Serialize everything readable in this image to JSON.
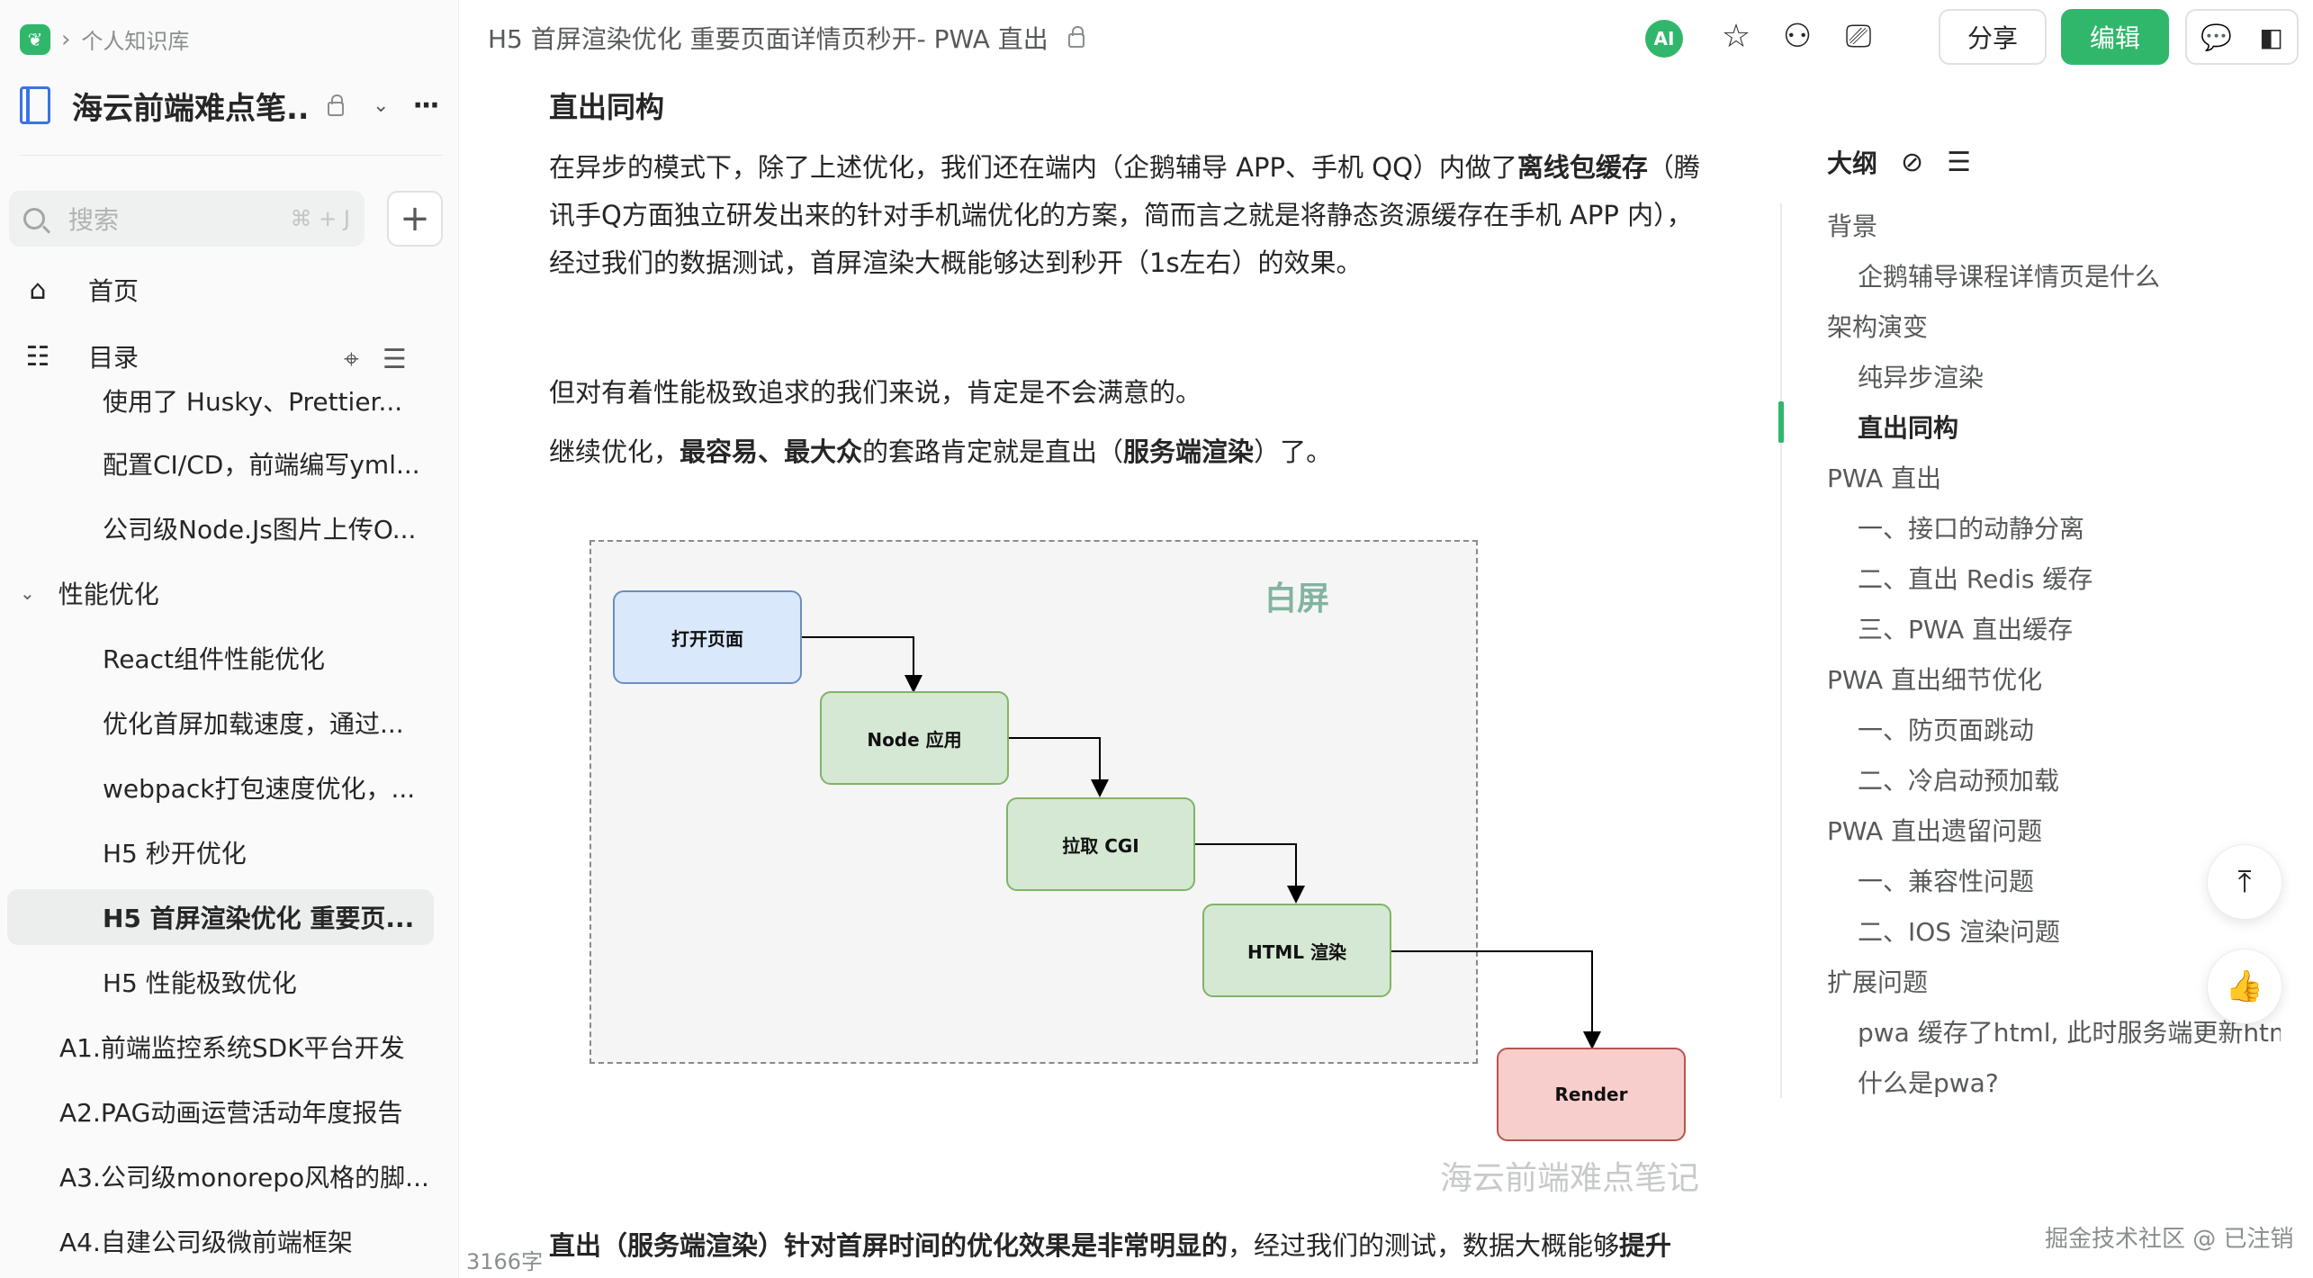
{
  "breadcrumb": {
    "label": "个人知识库"
  },
  "knowledge_base": {
    "title": "海云前端难点笔..."
  },
  "search": {
    "placeholder": "搜索",
    "shortcut": "⌘ + J"
  },
  "nav": {
    "home": "首页",
    "toc": "目录"
  },
  "tree": {
    "items": [
      {
        "label": "使用了 Husky、Prettier..."
      },
      {
        "label": "配置CI/CD，前端编写yml..."
      },
      {
        "label": "公司级Node.Js图片上传O..."
      },
      {
        "label": "性能优化"
      },
      {
        "label": "React组件性能优化"
      },
      {
        "label": "优化首屏加载速度，通过..."
      },
      {
        "label": "webpack打包速度优化，..."
      },
      {
        "label": "H5 秒开优化"
      },
      {
        "label": "H5 首屏渲染优化 重要页..."
      },
      {
        "label": "H5 性能极致优化"
      },
      {
        "label": "A1.前端监控系统SDK平台开发"
      },
      {
        "label": "A2.PAG动画运营活动年度报告"
      },
      {
        "label": "A3.公司级monorepo风格的脚..."
      },
      {
        "label": "A4.自建公司级微前端框架"
      }
    ]
  },
  "header": {
    "doc_title": "H5 首屏渲染优化 重要页面详情页秒开- PWA 直出",
    "ai_label": "AI",
    "share_label": "分享",
    "edit_label": "编辑"
  },
  "article": {
    "heading": "直出同构",
    "p1_a": "在异步的模式下，除了上述优化，我们还在端内（企鹅辅导 APP、手机 QQ）内做了",
    "p1_bold": "离线包缓存",
    "p1_b": "（腾讯手Q方面独立研发出来的针对手机端优化的方案，简而言之就是将静态资源缓存在手机 APP 内），经过我们的数据测试，首屏渲染大概能够达到秒开（1s左右）的效果。",
    "p2": "但对有着性能极致追求的我们来说，肯定是不会满意的。",
    "p3_a": "继续优化，",
    "p3_bold1": "最容易、最大众",
    "p3_b": "的套路肯定就是直出（",
    "p3_bold2": "服务端渲染",
    "p3_c": "）了。",
    "p4_bold1": "直出（服务端渲染）针对首屏时间的优化效果是非常明显的",
    "p4_a": "，经过我们的测试，数据大概能够",
    "p4_bold2": "提升"
  },
  "diagram": {
    "white_screen_label": "白屏",
    "nodes": {
      "open_page": "打开页面",
      "node_app": "Node 应用",
      "fetch_cgi": "拉取 CGI",
      "html_render": "HTML 渲染",
      "render": "Render"
    },
    "watermark": "海云前端难点笔记",
    "colors": {
      "open_page_fill": "#dae8fc",
      "open_page_stroke": "#6c8ebf",
      "green_fill": "#d5e8d4",
      "green_stroke": "#82b366",
      "render_fill": "#f8cecc",
      "render_stroke": "#b85450"
    }
  },
  "outline": {
    "title": "大纲",
    "items": [
      {
        "label": "背景"
      },
      {
        "label": "企鹅辅导课程详情页是什么"
      },
      {
        "label": "架构演变"
      },
      {
        "label": "纯异步渲染"
      },
      {
        "label": "直出同构"
      },
      {
        "label": "PWA 直出"
      },
      {
        "label": "一、接口的动静分离"
      },
      {
        "label": "二、直出 Redis 缓存"
      },
      {
        "label": "三、PWA 直出缓存"
      },
      {
        "label": "PWA 直出细节优化"
      },
      {
        "label": "一、防页面跳动"
      },
      {
        "label": "二、冷启动预加载"
      },
      {
        "label": "PWA 直出遗留问题"
      },
      {
        "label": "一、兼容性问题"
      },
      {
        "label": "二、IOS 渲染问题"
      },
      {
        "label": "扩展问题"
      },
      {
        "label": "pwa 缓存了html, 此时服务端更新html..."
      },
      {
        "label": "什么是pwa?"
      }
    ]
  },
  "status": {
    "word_count": "3166字",
    "footer_watermark": "掘金技术社区 @ 已注销"
  },
  "colors": {
    "brand": "#31b76b",
    "accent_blue": "#3b73e4"
  }
}
